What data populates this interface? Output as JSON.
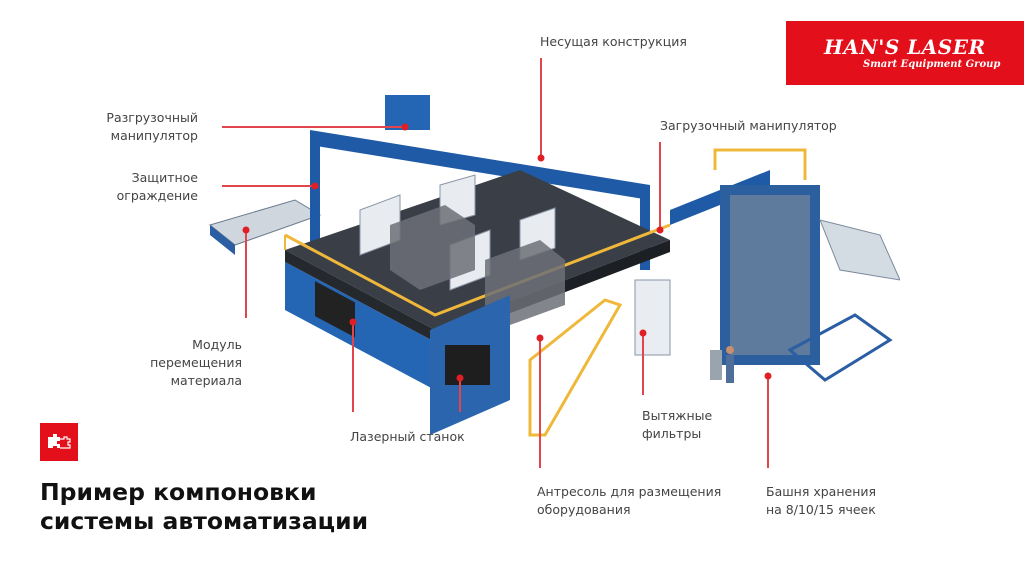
{
  "brand": {
    "name": "HAN'S LASER",
    "tagline": "Smart Equipment Group",
    "color": "#e30f1b"
  },
  "title": {
    "line1": "Пример компоновки",
    "line2": "системы автоматизации"
  },
  "labels": {
    "support": "Несущая конструкция",
    "unload": [
      "Разгрузочный",
      "манипулятор"
    ],
    "guard": [
      "Защитное",
      "ограждение"
    ],
    "load": "Загрузочный манипулятор",
    "transfer": [
      "Модуль",
      "перемещения",
      "материала"
    ],
    "laser": "Лазерный станок",
    "mezzanine": [
      "Антресоль для размещения",
      "оборудования"
    ],
    "filters": [
      "Вытяжные",
      "фильтры"
    ],
    "tower": [
      "Башня хранения",
      "на 8/10/15 ячеек"
    ]
  },
  "icons": {
    "badge": "puzzle-icon"
  },
  "colors": {
    "accent": "#e01e26",
    "machine_blue": "#1f5aa6",
    "rail_yellow": "#f0b83a"
  }
}
